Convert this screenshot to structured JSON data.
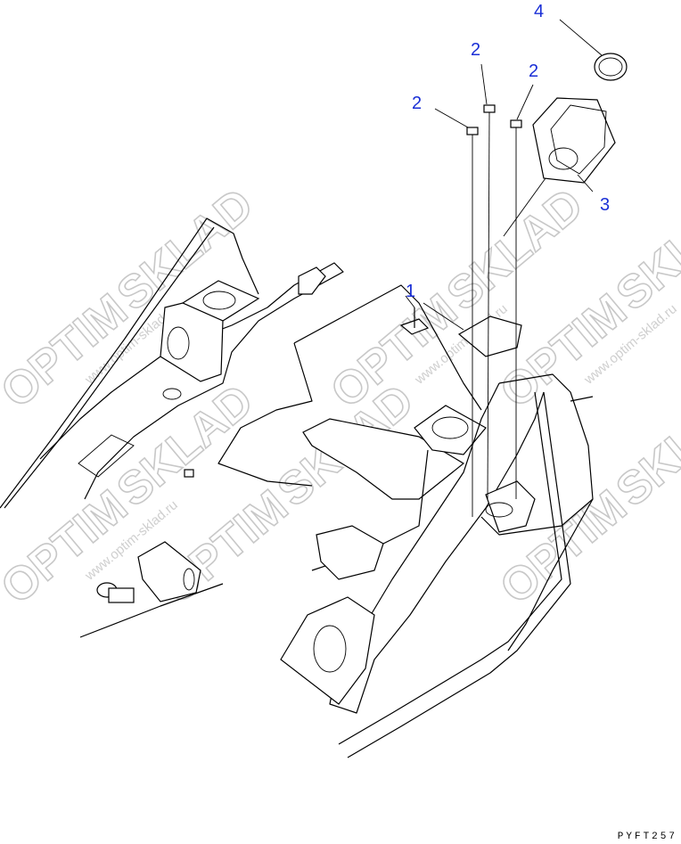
{
  "diagram": {
    "callouts": [
      {
        "id": "1",
        "label": "1"
      },
      {
        "id": "2a",
        "label": "2"
      },
      {
        "id": "2b",
        "label": "2"
      },
      {
        "id": "2c",
        "label": "2"
      },
      {
        "id": "3",
        "label": "3"
      },
      {
        "id": "4",
        "label": "4"
      }
    ],
    "drawing_code": "PYFT257",
    "label_color": "#1a2fd6",
    "watermark": {
      "brand": "OPTIMSKLAD",
      "url": "www.optim-sklad.ru"
    }
  }
}
